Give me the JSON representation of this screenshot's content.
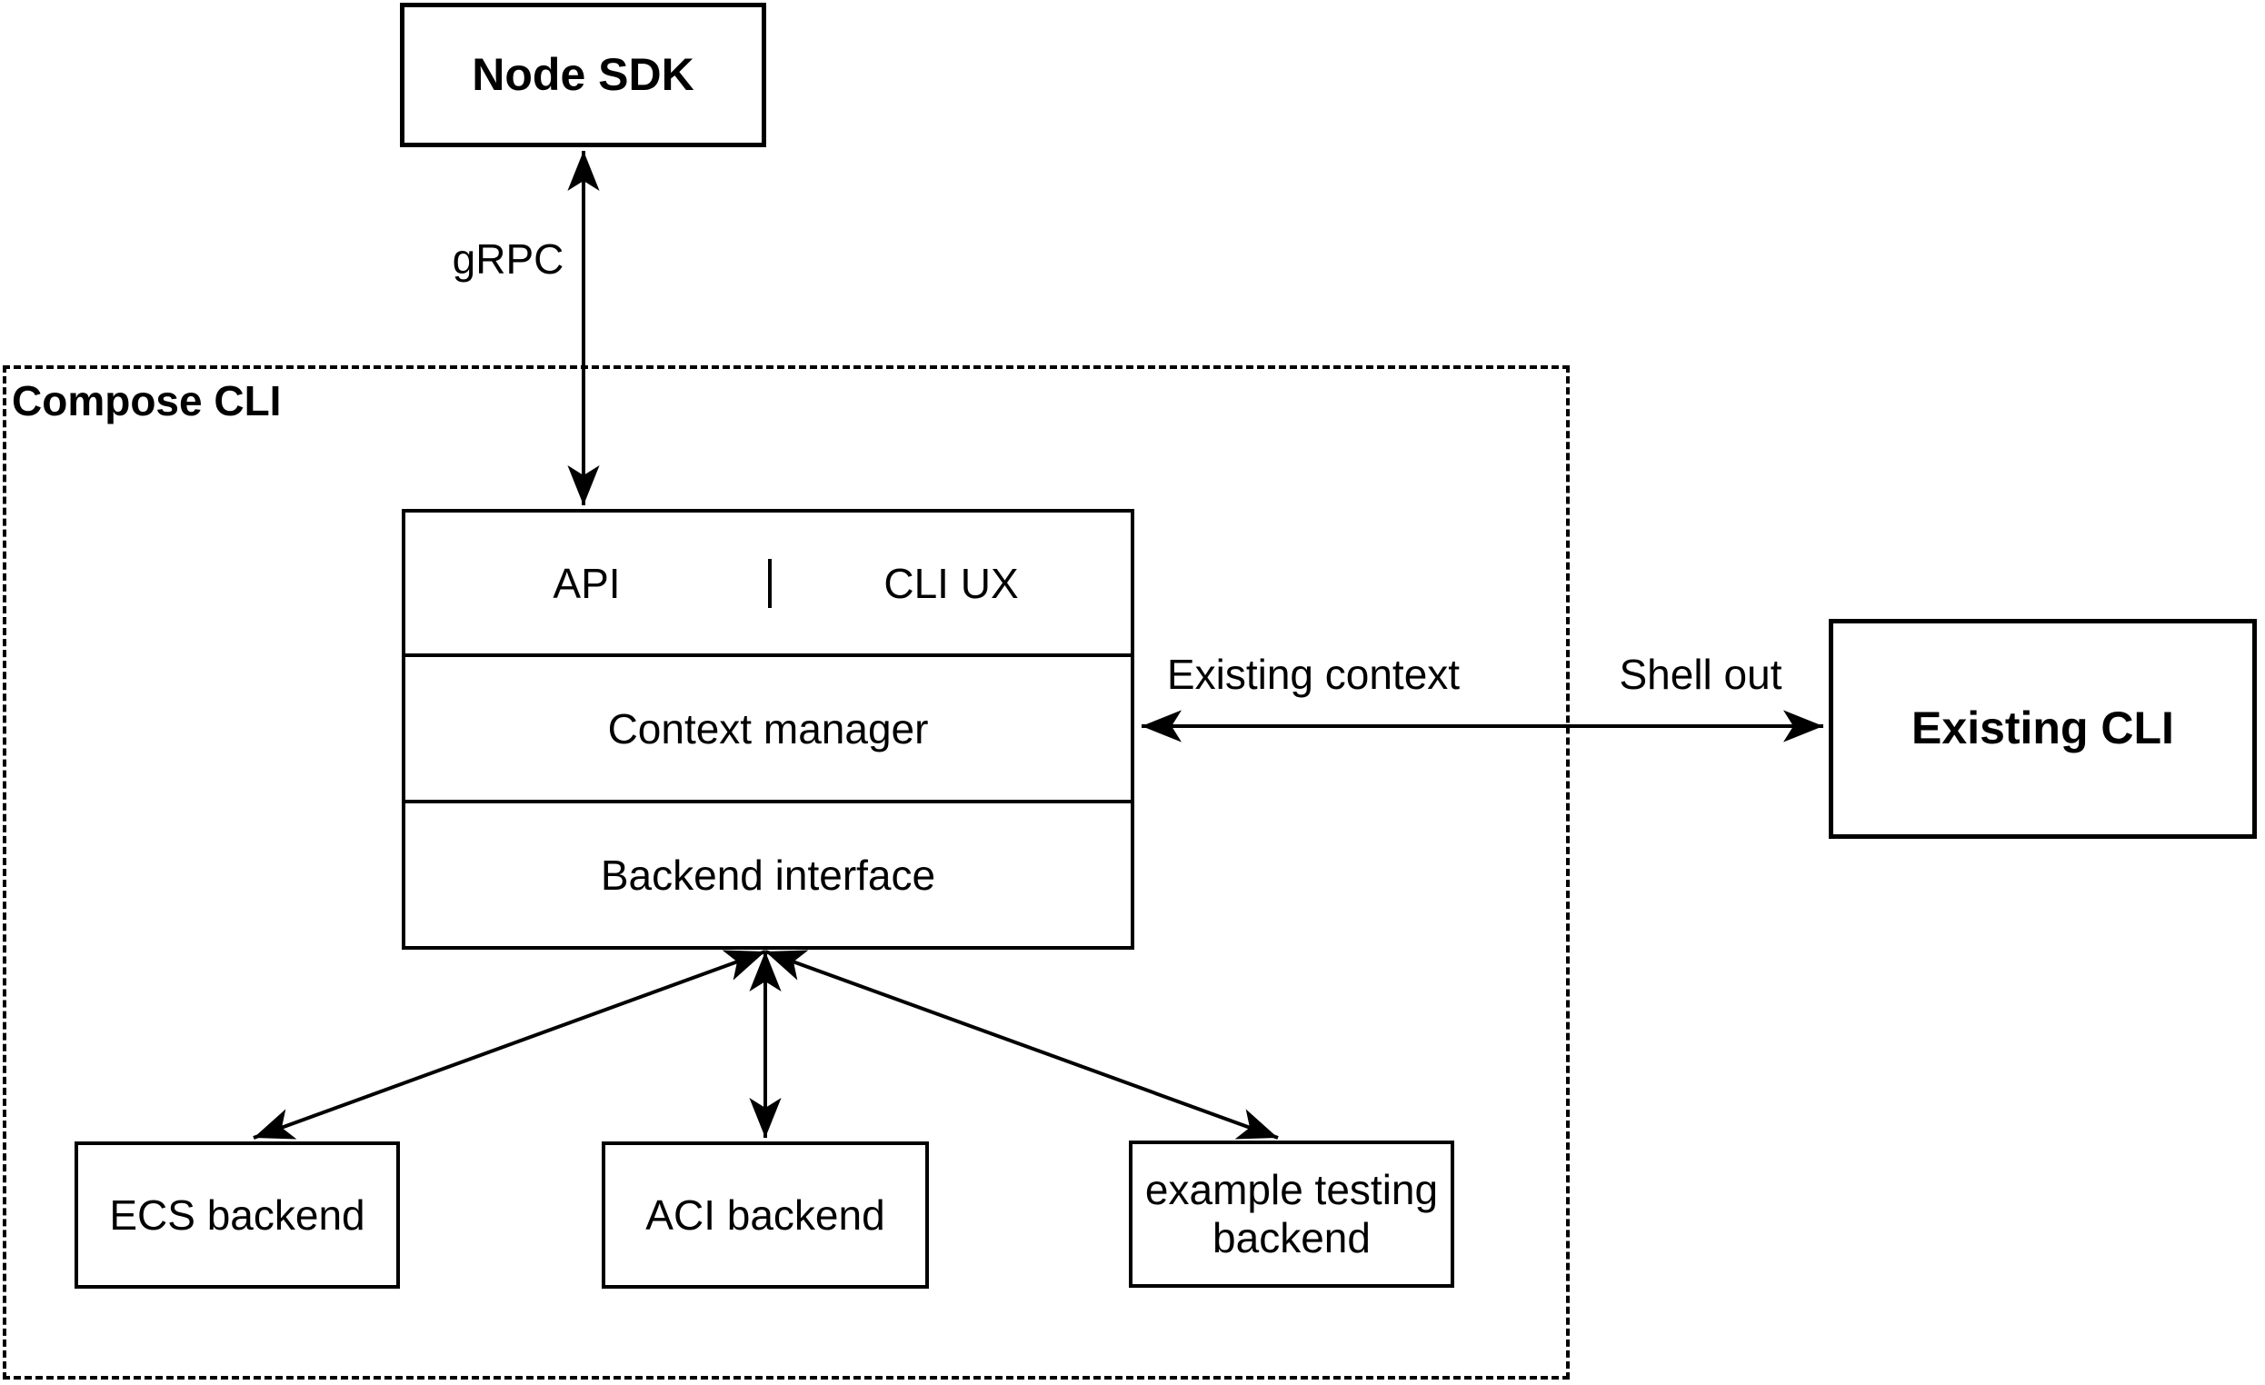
{
  "nodes": {
    "node_sdk": {
      "label": "Node SDK"
    },
    "compose_cli_group": {
      "label": "Compose CLI"
    },
    "api": {
      "label": "API"
    },
    "cli_ux": {
      "label": "CLI UX"
    },
    "context_manager": {
      "label": "Context manager"
    },
    "backend_interface": {
      "label": "Backend interface"
    },
    "ecs_backend": {
      "label": "ECS backend"
    },
    "aci_backend": {
      "label": "ACI backend"
    },
    "example_testing_backend": {
      "label": "example testing backend"
    },
    "existing_cli": {
      "label": "Existing CLI"
    }
  },
  "edges": {
    "grpc": {
      "label": "gRPC",
      "from": "Node SDK",
      "to": "API",
      "style": "double-arrow"
    },
    "existing_context": {
      "label": "Existing context",
      "from": "Context manager",
      "to": "Existing CLI",
      "style": "double-arrow"
    },
    "shell_out": {
      "label": "Shell out",
      "from": "Context manager",
      "to": "Existing CLI",
      "style": "double-arrow"
    },
    "backend_to_ecs": {
      "from": "Backend interface",
      "to": "ECS backend",
      "style": "double-arrow"
    },
    "backend_to_aci": {
      "from": "Backend interface",
      "to": "ACI backend",
      "style": "double-arrow"
    },
    "backend_to_example": {
      "from": "Backend interface",
      "to": "example testing backend",
      "style": "double-arrow"
    }
  },
  "colors": {
    "stroke": "#000000",
    "background": "#ffffff",
    "text": "#000000"
  }
}
